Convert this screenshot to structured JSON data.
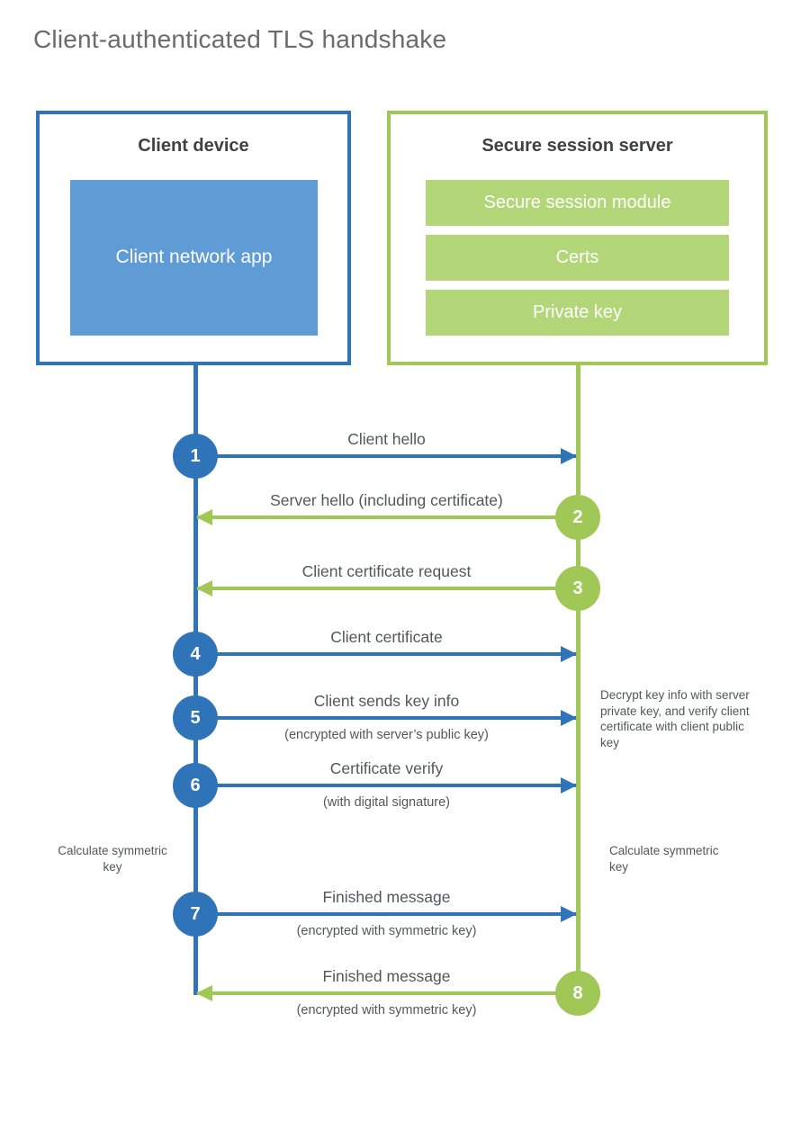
{
  "title": "Client-authenticated TLS handshake",
  "client": {
    "title": "Client device",
    "app_label": "Client network app",
    "accent_color": "#2f74b8",
    "fill_color": "#5f9cd5"
  },
  "server": {
    "title": "Secure session server",
    "modules": [
      "Secure session module",
      "Certs",
      "Private key"
    ],
    "accent_color": "#a1c857",
    "fill_color": "#b3d678"
  },
  "messages": [
    {
      "step": "1",
      "from": "client",
      "to": "server",
      "label": "Client hello",
      "sub": ""
    },
    {
      "step": "2",
      "from": "server",
      "to": "client",
      "label": "Server hello (including certificate)",
      "sub": ""
    },
    {
      "step": "3",
      "from": "server",
      "to": "client",
      "label": "Client certificate request",
      "sub": ""
    },
    {
      "step": "4",
      "from": "client",
      "to": "server",
      "label": "Client certificate",
      "sub": ""
    },
    {
      "step": "5",
      "from": "client",
      "to": "server",
      "label": "Client sends key info",
      "sub": "(encrypted with server’s public key)"
    },
    {
      "step": "6",
      "from": "client",
      "to": "server",
      "label": "Certificate verify",
      "sub": "(with digital signature)"
    },
    {
      "step": "7",
      "from": "client",
      "to": "server",
      "label": "Finished message",
      "sub": "(encrypted with symmetric key)"
    },
    {
      "step": "8",
      "from": "server",
      "to": "client",
      "label": "Finished message",
      "sub": "(encrypted with symmetric key)"
    }
  ],
  "annotations": {
    "decrypt_note": "Decrypt key info with server private key, and verify client certificate with client public key",
    "calc_left": "Calculate symmetric key",
    "calc_right": "Calculate symmetric key"
  }
}
